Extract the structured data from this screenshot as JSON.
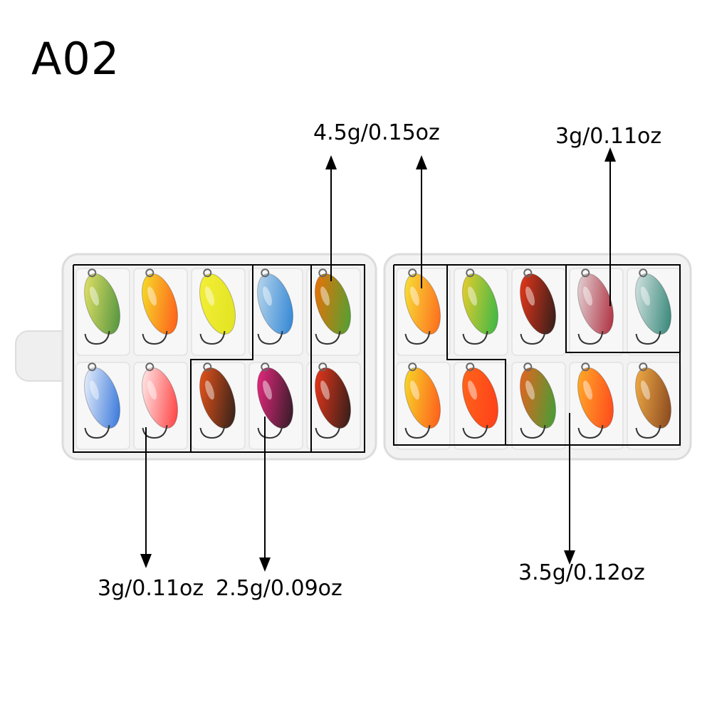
{
  "title": "A02",
  "labels": {
    "top_left": "4.5g/0.15oz",
    "top_right": "3g/0.11oz",
    "bottom_left_1": "3g/0.11oz",
    "bottom_left_2": "2.5g/0.09oz",
    "bottom_right": "3.5g/0.12oz"
  },
  "colors": {
    "box": "#f1f1f1",
    "box_edge": "#dcdcdc",
    "divider": "#e6e6e6",
    "outline": "#000000"
  },
  "lures": {
    "left_top": [
      {
        "a": "#f4ea6a",
        "b": "#3f8a3a"
      },
      {
        "a": "#f5ee2a",
        "b": "#ff4b1a"
      },
      {
        "a": "#f6f03a",
        "b": "#dfe21f"
      },
      {
        "a": "#c9e0ee",
        "b": "#1f7bd2"
      },
      {
        "a": "#ff6a00",
        "b": "#3aa83a"
      }
    ],
    "left_bottom": [
      {
        "a": "#ffffff",
        "b": "#1f66d6"
      },
      {
        "a": "#ffffff",
        "b": "#ff2a2a"
      },
      {
        "a": "#ff5a1a",
        "b": "#1a1a1a"
      },
      {
        "a": "#ff2a8a",
        "b": "#1a1a1a"
      },
      {
        "a": "#ff3a1a",
        "b": "#1a1a1a"
      }
    ],
    "right_top": [
      {
        "a": "#f6f03a",
        "b": "#ff5a1a"
      },
      {
        "a": "#ffcf2a",
        "b": "#22b44a"
      },
      {
        "a": "#ff3a1a",
        "b": "#1a1a1a"
      },
      {
        "a": "#e8e8e8",
        "b": "#a8182a"
      },
      {
        "a": "#e8eeee",
        "b": "#1f7a6a"
      }
    ],
    "right_bottom": [
      {
        "a": "#f6e82a",
        "b": "#ff4a1a"
      },
      {
        "a": "#ff6a1a",
        "b": "#ff3a1a"
      },
      {
        "a": "#ff5a1a",
        "b": "#2aa83a"
      },
      {
        "a": "#ffb82a",
        "b": "#ff3a1a"
      },
      {
        "a": "#ffb84a",
        "b": "#7a3a1a"
      }
    ]
  }
}
